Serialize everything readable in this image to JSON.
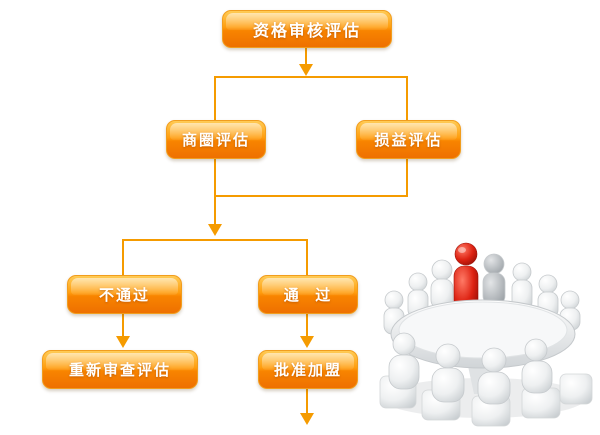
{
  "flowchart": {
    "nodes": {
      "qualification": {
        "label": "资格审核评估"
      },
      "business_area": {
        "label": "商圈评估"
      },
      "profit_loss": {
        "label": "损益评估"
      },
      "fail": {
        "label": "不通过"
      },
      "pass": {
        "label": "通  过"
      },
      "re_review": {
        "label": "重新审查评估"
      },
      "approve_join": {
        "label": "批准加盟"
      }
    },
    "colors": {
      "box_gradient_top": "#ffcb55",
      "box_gradient_mid": "#ff9d0e",
      "box_gradient_bottom": "#ee7000",
      "box_border": "#f19d1e",
      "connector": "#f59b00",
      "label_text": "#ffffff"
    },
    "illustration": {
      "name": "3d-meeting-figures",
      "figure_color": "#ffffff",
      "highlight_figure_color": "#d42a1d",
      "table_color": "#f4f5f6"
    }
  }
}
